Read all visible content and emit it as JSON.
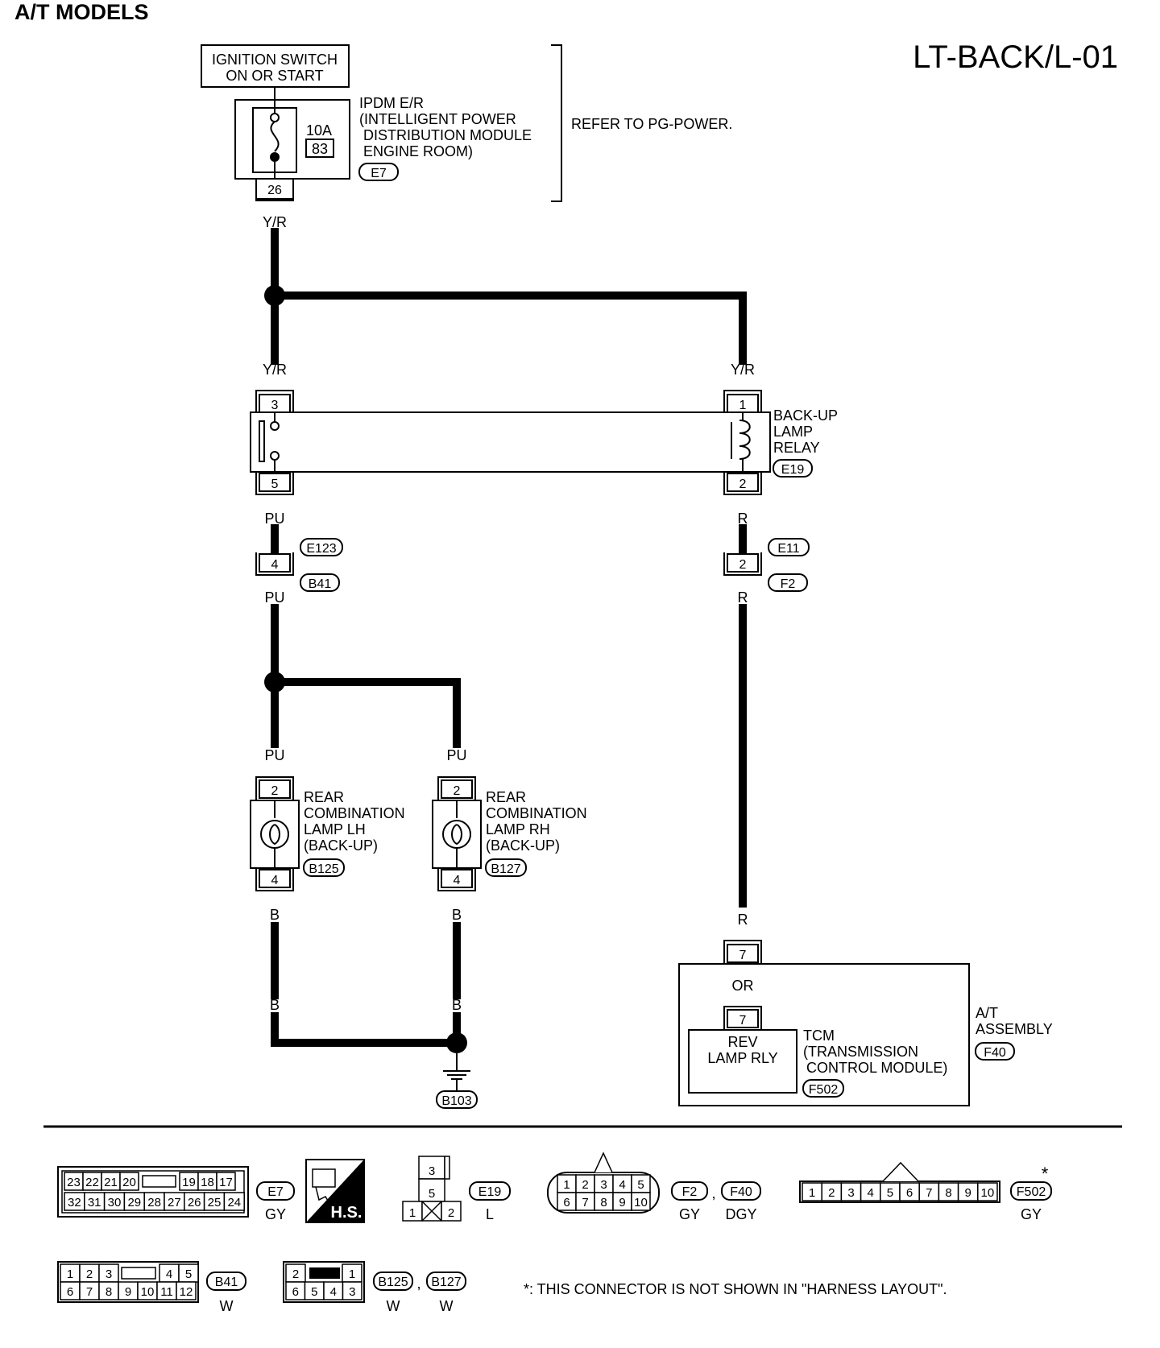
{
  "header": {
    "title": "A/T MODELS",
    "diagram_code": "LT-BACK/L-01"
  },
  "power": {
    "line1": "IGNITION SWITCH",
    "line2": "ON OR START",
    "fuse_amp": "10A",
    "fuse_no": "83",
    "ipdm_l1": "IPDM E/R",
    "ipdm_l2": "(INTELLIGENT POWER",
    "ipdm_l3": "DISTRIBUTION MODULE",
    "ipdm_l4": "ENGINE ROOM)",
    "ipdm_conn": "E7",
    "refer": "REFER TO PG-POWER.",
    "pin": "26",
    "wire": "Y/R"
  },
  "relay": {
    "l1": "BACK-UP",
    "l2": "LAMP",
    "l3": "RELAY",
    "conn": "E19",
    "pin_in": "3",
    "pin_out": "5",
    "coil_in": "1",
    "coil_out": "2",
    "wire_left": "Y/R",
    "wire_right": "Y/R"
  },
  "left_branch": {
    "wire_top": "PU",
    "joint_pin": "4",
    "conn_top": "E123",
    "conn_bottom": "B41",
    "wire_after": "PU"
  },
  "right_branch": {
    "wire_top": "R",
    "joint_pin": "2",
    "conn_top": "E11",
    "conn_bottom": "F2",
    "wire_after": "R"
  },
  "lamp_lh": {
    "wire_in": "PU",
    "pin_in": "2",
    "pin_out": "4",
    "wire_out": "B",
    "wire_ground": "B",
    "l1": "REAR",
    "l2": "COMBINATION",
    "l3": "LAMP LH",
    "l4": "(BACK-UP)",
    "conn": "B125"
  },
  "lamp_rh": {
    "wire_in": "PU",
    "pin_in": "2",
    "pin_out": "4",
    "wire_out": "B",
    "wire_ground": "B",
    "l1": "REAR",
    "l2": "COMBINATION",
    "l3": "LAMP RH",
    "l4": "(BACK-UP)",
    "conn": "B127"
  },
  "ground": {
    "conn": "B103"
  },
  "at_assembly": {
    "wire_in": "R",
    "pin_outer": "7",
    "wire_inner": "OR",
    "pin_inner": "7",
    "rly_l1": "REV",
    "rly_l2": "LAMP RLY",
    "tcm_l1": "TCM",
    "tcm_l2": "(TRANSMISSION",
    "tcm_l3": "CONTROL MODULE)",
    "tcm_conn": "F502",
    "asm_l1": "A/T",
    "asm_l2": "ASSEMBLY",
    "asm_conn": "F40"
  },
  "connectors": {
    "e7": {
      "top": [
        "23",
        "22",
        "21",
        "20",
        "19",
        "18",
        "17"
      ],
      "bottom": [
        "32",
        "31",
        "30",
        "29",
        "28",
        "27",
        "26",
        "25",
        "24"
      ],
      "name": "E7",
      "color": "GY",
      "hs": "H.S."
    },
    "e19": {
      "top": "3",
      "mid": "5",
      "bottom": [
        "1",
        "2"
      ],
      "name": "E19",
      "color": "L"
    },
    "f2": {
      "top": [
        "1",
        "2",
        "3",
        "4",
        "5"
      ],
      "bottom": [
        "6",
        "7",
        "8",
        "9",
        "10"
      ],
      "name1": "F2",
      "name2": "F40",
      "sep": ",",
      "color1": "GY",
      "color2": "DGY"
    },
    "f502": {
      "pins": [
        "1",
        "2",
        "3",
        "4",
        "5",
        "6",
        "7",
        "8",
        "9",
        "10"
      ],
      "name": "F502",
      "star": "*",
      "color": "GY"
    },
    "b41": {
      "top": [
        "1",
        "2",
        "3",
        "4",
        "5"
      ],
      "bottom": [
        "6",
        "7",
        "8",
        "9",
        "10",
        "11",
        "12"
      ],
      "name": "B41",
      "color": "W"
    },
    "b125": {
      "top": [
        "2",
        "1"
      ],
      "bottom": [
        "6",
        "5",
        "4",
        "3"
      ],
      "name1": "B125",
      "name2": "B127",
      "sep": ",",
      "color1": "W",
      "color2": "W"
    }
  },
  "footnote": "*: THIS CONNECTOR IS NOT SHOWN IN \"HARNESS LAYOUT\"."
}
